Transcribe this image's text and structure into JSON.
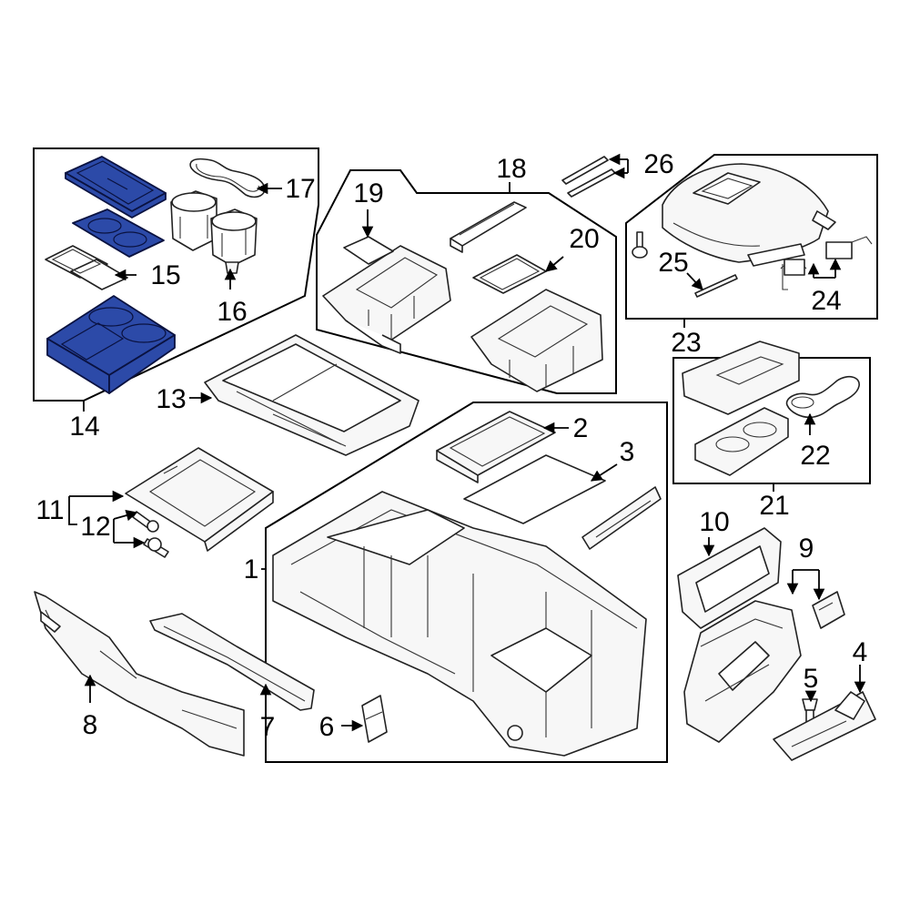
{
  "highlight_color": "#2c4aa8",
  "callouts": {
    "c1": "1",
    "c2": "2",
    "c3": "3",
    "c4": "4",
    "c5": "5",
    "c6": "6",
    "c7": "7",
    "c8": "8",
    "c9": "9",
    "c10": "10",
    "c11": "11",
    "c12": "12",
    "c13": "13",
    "c14": "14",
    "c15": "15",
    "c16": "16",
    "c17": "17",
    "c18": "18",
    "c19": "19",
    "c20": "20",
    "c21": "21",
    "c22": "22",
    "c23": "23",
    "c24": "24",
    "c25": "25",
    "c26": "26"
  }
}
